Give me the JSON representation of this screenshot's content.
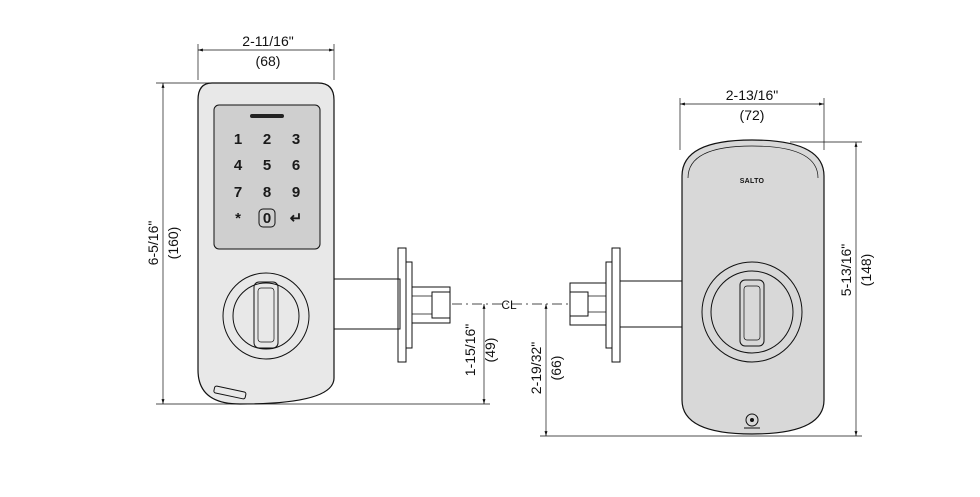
{
  "diagram": {
    "front_view": {
      "width_in": "2-11/16\"",
      "width_mm": "(68)",
      "height_in": "6-5/16\"",
      "height_mm": "(160)",
      "backset_in": "1-15/16\"",
      "backset_mm": "(49)",
      "keypad": [
        "1",
        "2",
        "3",
        "4",
        "5",
        "6",
        "7",
        "8",
        "9",
        "*",
        "0",
        "↵"
      ]
    },
    "back_view": {
      "brand": "SALTO",
      "width_in": "2-13/16\"",
      "width_mm": "(72)",
      "height_in": "5-13/16\"",
      "height_mm": "(148)",
      "offset_in": "2-19/32\"",
      "offset_mm": "(66)"
    },
    "centerline_label": "CL"
  },
  "colors": {
    "body_fill": "#e6e6e6",
    "plate_fill": "#d8d8d8",
    "keypad_fill": "#cfcfcf",
    "line": "#111111"
  }
}
